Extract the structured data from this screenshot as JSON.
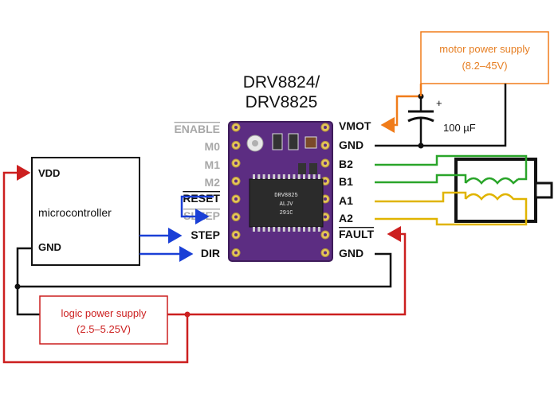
{
  "title": {
    "line1": "DRV8824/",
    "line2": "DRV8825"
  },
  "left_pins": [
    {
      "label": "ENABLE",
      "overline": true,
      "color": "grey"
    },
    {
      "label": "M0",
      "overline": false,
      "color": "grey"
    },
    {
      "label": "M1",
      "overline": false,
      "color": "grey"
    },
    {
      "label": "M2",
      "overline": false,
      "color": "grey"
    },
    {
      "label": "RESET",
      "overline": true,
      "color": "black"
    },
    {
      "label": "SLEEP",
      "overline": true,
      "color": "grey"
    },
    {
      "label": "STEP",
      "overline": false,
      "color": "black"
    },
    {
      "label": "DIR",
      "overline": false,
      "color": "black"
    }
  ],
  "right_pins": [
    {
      "label": "VMOT",
      "overline": false
    },
    {
      "label": "GND",
      "overline": false
    },
    {
      "label": "B2",
      "overline": false
    },
    {
      "label": "B1",
      "overline": false
    },
    {
      "label": "A1",
      "overline": false
    },
    {
      "label": "A2",
      "overline": false
    },
    {
      "label": "FAULT",
      "overline": true
    },
    {
      "label": "GND",
      "overline": false
    }
  ],
  "microcontroller": {
    "name": "microcontroller",
    "vdd": "VDD",
    "gnd": "GND"
  },
  "motor_supply": {
    "line1": "motor power supply",
    "line2": "(8.2–45V)"
  },
  "logic_supply": {
    "line1": "logic power supply",
    "line2": "(2.5–5.25V)"
  },
  "capacitor": {
    "value": "100 µF",
    "polarity": "+"
  },
  "chip": {
    "line1": "DRV8825",
    "line2": "ALJV",
    "line3": "291C"
  },
  "colors": {
    "motor_supply": "#f07c1a",
    "logic_supply": "#cc1f1f",
    "signal": "#1a3fd6",
    "coil_b": "#2aa52a",
    "coil_a": "#e0b400",
    "board": "#5c2d82",
    "ground": "#111111"
  }
}
